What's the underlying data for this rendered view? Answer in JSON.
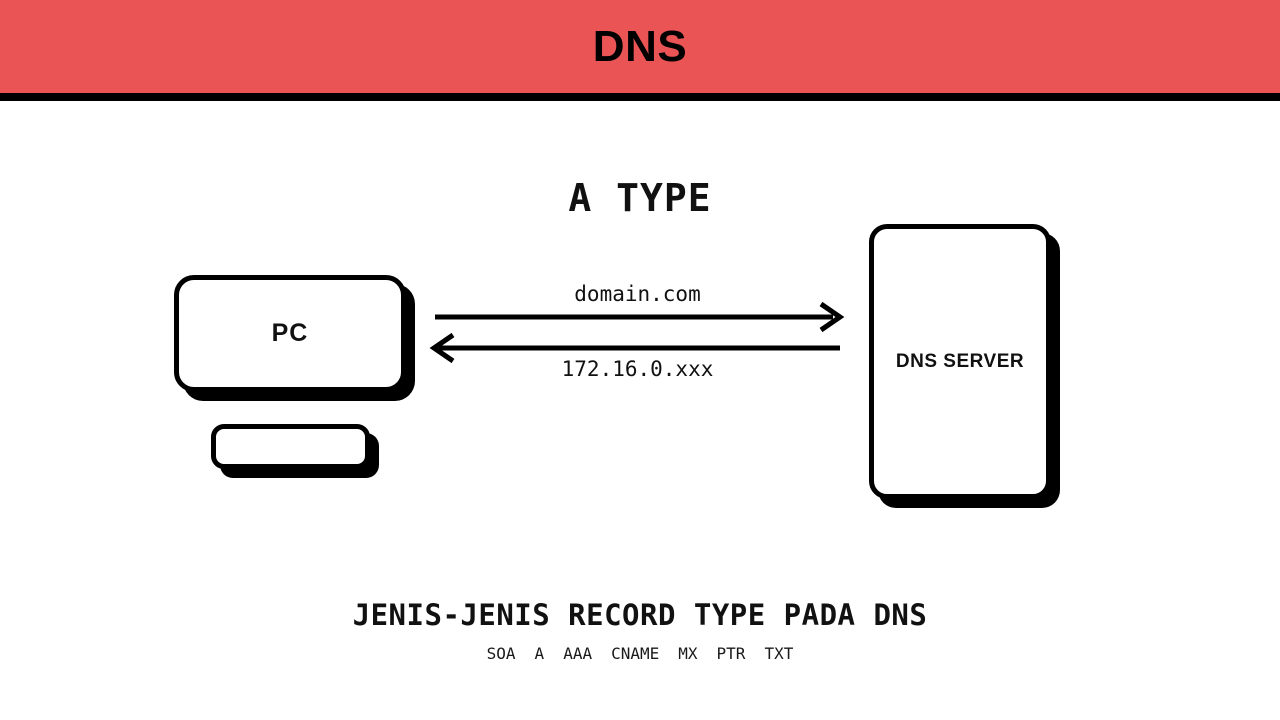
{
  "header": {
    "title": "DNS",
    "band_color": "#ea5455",
    "rule_color": "#000000"
  },
  "diagram": {
    "section_title": "A TYPE",
    "nodes": [
      {
        "id": "pc",
        "label": "PC"
      },
      {
        "id": "pc-base",
        "label": ""
      },
      {
        "id": "dns-server",
        "label": "DNS SERVER"
      }
    ],
    "flows": [
      {
        "id": "request",
        "label": "domain.com",
        "direction": "right",
        "from": "pc",
        "to": "dns-server"
      },
      {
        "id": "response",
        "label": "172.16.0.xxx",
        "direction": "left",
        "from": "dns-server",
        "to": "pc"
      }
    ]
  },
  "footer": {
    "heading": "JENIS-JENIS RECORD TYPE PADA DNS",
    "record_types": [
      "SOA",
      "A",
      "AAA",
      "CNAME",
      "MX",
      "PTR",
      "TXT"
    ]
  }
}
